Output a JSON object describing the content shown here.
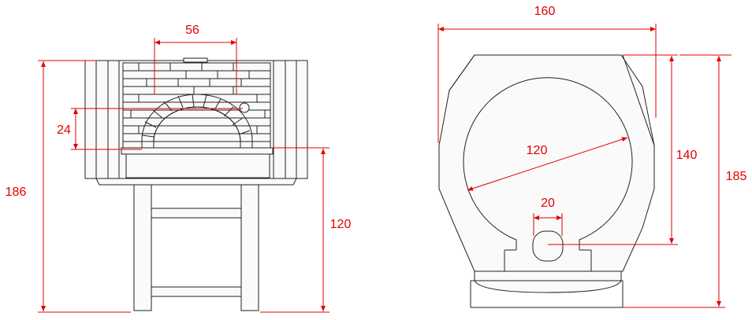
{
  "colors": {
    "dimension": "#e00000",
    "outline": "#222222",
    "background": "#ffffff"
  },
  "front_view": {
    "mouth_width": "56",
    "mouth_height": "24",
    "total_height": "186",
    "stand_height": "120"
  },
  "side_view": {
    "total_width": "160",
    "dome_diameter": "120",
    "flue_width": "20",
    "dome_height": "140",
    "total_height": "185"
  }
}
